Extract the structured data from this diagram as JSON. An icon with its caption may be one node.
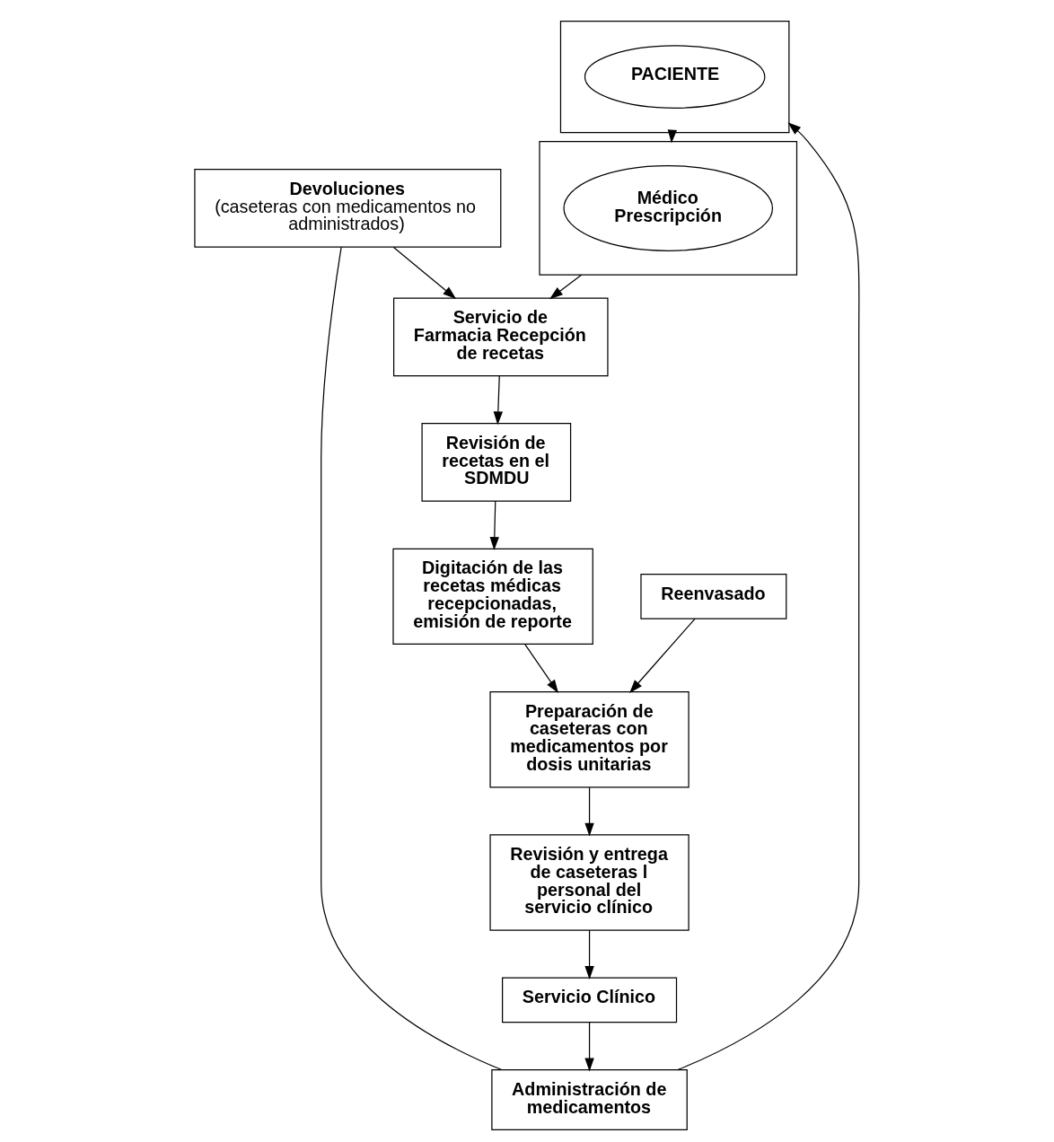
{
  "diagram": {
    "nodes": [
      {
        "text": [
          "Devoluciones",
          "(caseteras con medicamentos no administrados)"
        ]
      },
      {
        "text": [
          "Administración de medicamentos"
        ]
      },
      {
        "text": [],
        "shape": "box"
      },
      {
        "text": [
          "PACIENTE"
        ],
        "in": 2
      },
      {
        "text": [],
        "shape": "box"
      },
      {
        "text": [
          "Médico Prescripción"
        ],
        "in": 4
      },
      {
        "text": [
          "Servicio de Farmacia Recepción de recetas"
        ]
      },
      {
        "text": [
          "Revisión de recetas en el SDMDU"
        ]
      },
      {
        "text": [
          "Digitación de las recetas médicas recepcionadas, emisión de reporte"
        ]
      },
      {
        "text": [
          "Reenvasado"
        ]
      },
      {
        "text": [
          "Preparación de caseteras con medicamentos por dosis unitarias"
        ]
      },
      {
        "text": [
          "Revisión y entrega de caseteras l personal del servicio clínico"
        ]
      },
      {
        "text": [
          "Servicio Clínico"
        ]
      }
    ],
    "edges": [
      {
        "from": 0,
        "to": 1,
        "arrow": "none"
      },
      {
        "from": 0,
        "to": 6,
        "arrow": "to"
      },
      {
        "from": 1,
        "to": 2,
        "arrow": "to"
      },
      {
        "from": 2,
        "to": 4,
        "arrow": "to"
      },
      {
        "from": 4,
        "to": 6,
        "arrow": "to"
      },
      {
        "from": 6,
        "to": 7,
        "arrow": "to"
      },
      {
        "from": 7,
        "to": 8,
        "arrow": "to"
      },
      {
        "from": 8,
        "to": 10,
        "arrow": "to"
      },
      {
        "from": 9,
        "to": 10,
        "arrow": "to"
      },
      {
        "from": 10,
        "to": 11,
        "arrow": "to"
      },
      {
        "from": 11,
        "to": 12,
        "arrow": "to"
      },
      {
        "from": 12,
        "to": 1,
        "arrow": "to"
      }
    ]
  }
}
